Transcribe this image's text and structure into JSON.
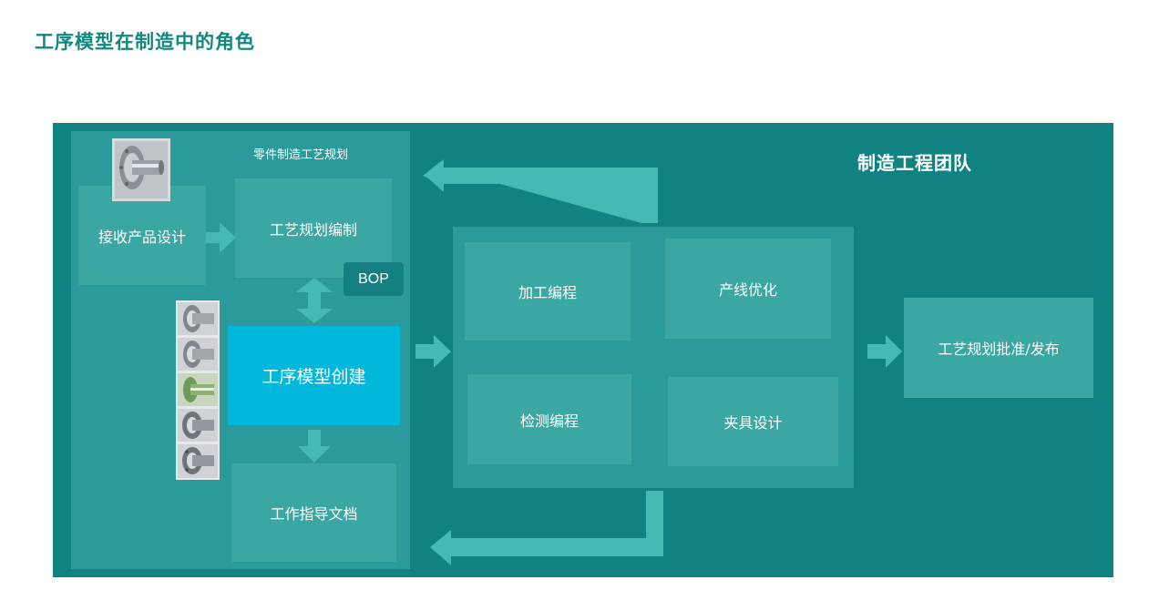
{
  "title": "工序模型在制造中的角色",
  "panel_label": "零件制造工艺规划",
  "team_label": "制造工程团队",
  "bop": "BOP",
  "boxes": {
    "receive": "接收产品设计",
    "planning": "工艺规划编制",
    "model": "工序模型创建",
    "docs": "工作指导文档",
    "machining": "加工编程",
    "line": "产线优化",
    "inspection": "检测编程",
    "fixture": "夹具设计",
    "approve": "工艺规划批准/发布"
  },
  "colors": {
    "title": "#10897f",
    "background": "#118282",
    "panel": "#2a9b9a",
    "box": "#3aa7a2",
    "highlight": "#00b8dc",
    "arrow": "#45b9b4"
  }
}
